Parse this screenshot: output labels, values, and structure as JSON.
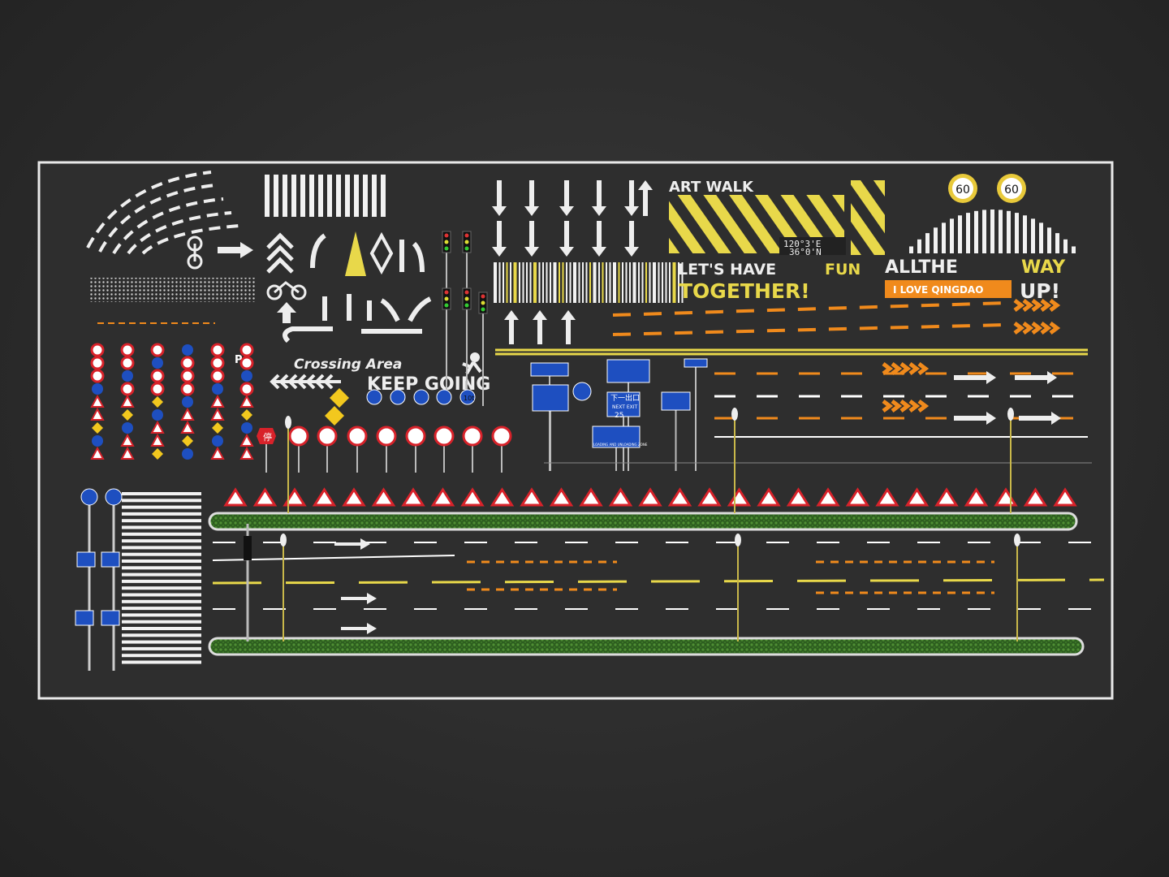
{
  "texts": {
    "art_walk": "ART WALK",
    "coord_1": "120°3'E",
    "coord_2": "36°0'N",
    "speed_1": "60",
    "speed_2": "60",
    "lets_have": "LET'S HAVE",
    "fun": "FUN",
    "together": "TOGETHER!",
    "all_the": "ALLTHE",
    "way": "WAY",
    "up": "UP!",
    "love_banner": "I LOVE QINGDAO",
    "crossing_area": "Crossing Area",
    "keep_going": "KEEP GOING",
    "stop_sign": "停",
    "next_exit": "下一出口",
    "next_exit_en": "NEXT EXIT",
    "exit_distance": "25",
    "loading_zone": "LOADING AND UNLOADING ZONE",
    "parking_letter": "P",
    "weight_limit": "10t"
  },
  "colors": {
    "ground": "#2b2b2b",
    "board": "#2e2e2e",
    "white": "#f2f2f2",
    "yellow": "#e8d84a",
    "orange": "#f08a1c",
    "red": "#d8222a",
    "blue": "#1e4fc0",
    "green": "#3f7a2a"
  },
  "icons": [
    "bicycle-icon",
    "pedestrian-icon",
    "traffic-light-icon",
    "street-lamp-icon",
    "turn-arrow-icon"
  ]
}
